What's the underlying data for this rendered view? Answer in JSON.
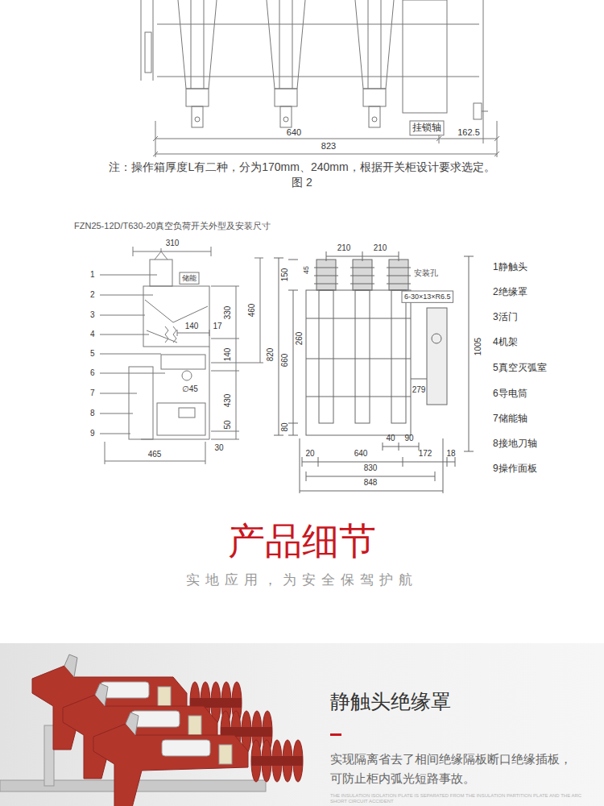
{
  "diagram": {
    "title": "FZN25-12D/T630-20真空负荷开关外型及安装尺寸",
    "labels": [
      "挂锁轴",
      "640",
      "162.5",
      "823",
      "注：操作箱厚度L有二种，分为170mm、240mm，根据开关柜设计要求选定。",
      "图 2",
      "310",
      "1",
      "2",
      "3",
      "4",
      "5",
      "6",
      "7",
      "8",
      "9",
      "储能",
      "330",
      "140",
      "17",
      "460",
      "140",
      "∅45",
      "430",
      "50",
      "30",
      "465",
      "210",
      "210",
      "45",
      "150",
      "260",
      "820",
      "660",
      "80",
      "安装孔",
      "6-30×13×R6.5",
      "1005",
      "279",
      "40",
      "90",
      "172",
      "18",
      "20",
      "640",
      "830",
      "848",
      "1静触头",
      "2绝缘罩",
      "3活门",
      "4机架",
      "5真空灭弧室",
      "6导电筒",
      "7储能轴",
      "8接地刀轴",
      "9操作面板",
      "产品细节",
      "实地应用，为安全保驾护航",
      "静触头绝缘罩",
      "实现隔离省去了相间绝缘隔板断口绝缘插板，可防止柜内弧光短路事故。",
      "THE INSULATION ISOLATION PLATE IS SEPARATED FROM THE INSULATION PARTITION PLATE AND THE ARC SHORT CIRCUIT ACCIDENT"
    ]
  }
}
